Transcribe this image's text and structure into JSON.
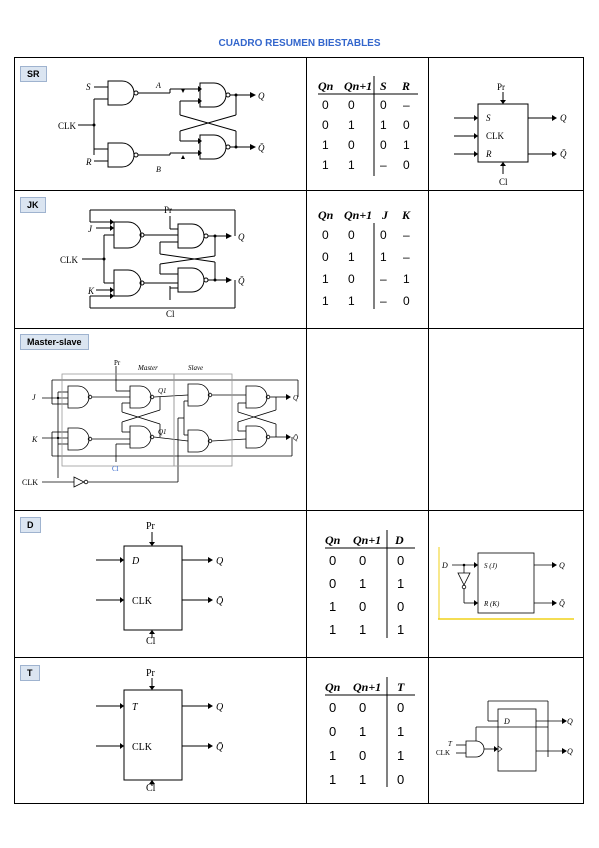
{
  "title": "CUADRO RESUMEN BIESTABLES",
  "sections": {
    "sr": {
      "label": "SR",
      "circuit": {
        "in_s": "S",
        "clk": "CLK",
        "in_r": "R",
        "node_a": "A",
        "node_b": "B",
        "out_q": "Q",
        "out_qbar": "Q̄"
      },
      "table": {
        "headers": [
          "Qn",
          "Qn+1",
          "S",
          "R"
        ],
        "rows": [
          [
            "0",
            "0",
            "0",
            "–"
          ],
          [
            "0",
            "1",
            "1",
            "0"
          ],
          [
            "1",
            "0",
            "0",
            "1"
          ],
          [
            "1",
            "1",
            "–",
            "0"
          ]
        ]
      },
      "symbol": {
        "pr": "Pr",
        "s": "S",
        "clk": "CLK",
        "r": "R",
        "cl": "Cl",
        "q": "Q",
        "qbar": "Q̄"
      }
    },
    "jk": {
      "label": "JK",
      "circuit": {
        "pr": "Pr",
        "j": "J",
        "clk": "CLK",
        "k": "K",
        "cl": "Cl",
        "q": "Q",
        "qbar": "Q̄"
      },
      "table": {
        "headers": [
          "Qn",
          "Qn+1",
          "J",
          "K"
        ],
        "rows": [
          [
            "0",
            "0",
            "0",
            "–"
          ],
          [
            "0",
            "1",
            "1",
            "–"
          ],
          [
            "1",
            "0",
            "–",
            "1"
          ],
          [
            "1",
            "1",
            "–",
            "0"
          ]
        ]
      }
    },
    "ms": {
      "label": "Master-slave",
      "circuit": {
        "pr": "Pr",
        "master": "Master",
        "slave": "Slave",
        "j": "J",
        "k": "K",
        "clk": "CLK",
        "cl": "Cl",
        "qm": "Q1",
        "qmbar": "Q1",
        "q": "Q",
        "qbar": "Q̄"
      }
    },
    "d": {
      "label": "D",
      "symbol": {
        "pr": "Pr",
        "d": "D",
        "clk": "CLK",
        "cl": "Cl",
        "q": "Q",
        "qbar": "Q̄"
      },
      "table": {
        "headers": [
          "Qn",
          "Qn+1",
          "D"
        ],
        "rows": [
          [
            "0",
            "0",
            "0"
          ],
          [
            "0",
            "1",
            "1"
          ],
          [
            "1",
            "0",
            "0"
          ],
          [
            "1",
            "1",
            "1"
          ]
        ]
      },
      "impl": {
        "d": "D",
        "s": "S (J)",
        "r": "R (K)",
        "q": "Q",
        "qbar": "Q̄"
      }
    },
    "t": {
      "label": "T",
      "symbol": {
        "pr": "Pr",
        "t": "T",
        "clk": "CLK",
        "cl": "Cl",
        "q": "Q",
        "qbar": "Q̄"
      },
      "table": {
        "headers": [
          "Qn",
          "Qn+1",
          "T"
        ],
        "rows": [
          [
            "0",
            "0",
            "0"
          ],
          [
            "0",
            "1",
            "1"
          ],
          [
            "1",
            "0",
            "1"
          ],
          [
            "1",
            "1",
            "0"
          ]
        ]
      },
      "impl": {
        "d": "D",
        "t": "T",
        "clk": "CLK",
        "q": "Q",
        "qbar": "Q"
      }
    }
  }
}
